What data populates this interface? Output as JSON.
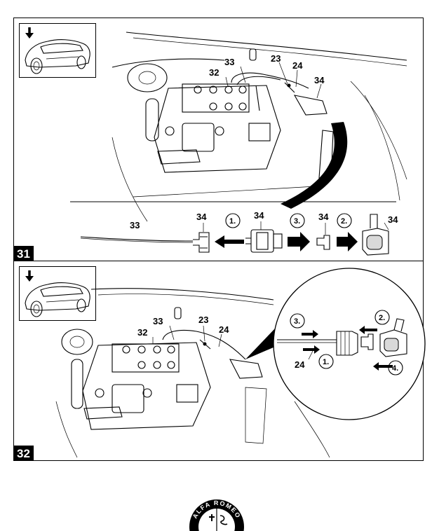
{
  "figures": [
    {
      "step": "31",
      "callouts": {
        "c33": "33",
        "c32": "32",
        "c23": "23",
        "c24": "24",
        "c34": "34"
      },
      "detail": {
        "c33": "33",
        "c34a": "34",
        "c34b": "34",
        "c34c": "34",
        "c34d": "34",
        "s1": "1.",
        "s3": "3.",
        "s2": "2."
      }
    },
    {
      "step": "32",
      "callouts": {
        "c33": "33",
        "c32": "32",
        "c23": "23",
        "c24": "24"
      },
      "zoom": {
        "s3": "3.",
        "s2": "2.",
        "s1": "1.",
        "s4": "4.",
        "c24": "24"
      }
    }
  ],
  "footer": {
    "logo_text": "ALFA ROMEO"
  },
  "colors": {
    "line": "#000000",
    "shade": "#d9d9d9",
    "badge_bg": "#000000",
    "badge_text": "#ffffff"
  }
}
